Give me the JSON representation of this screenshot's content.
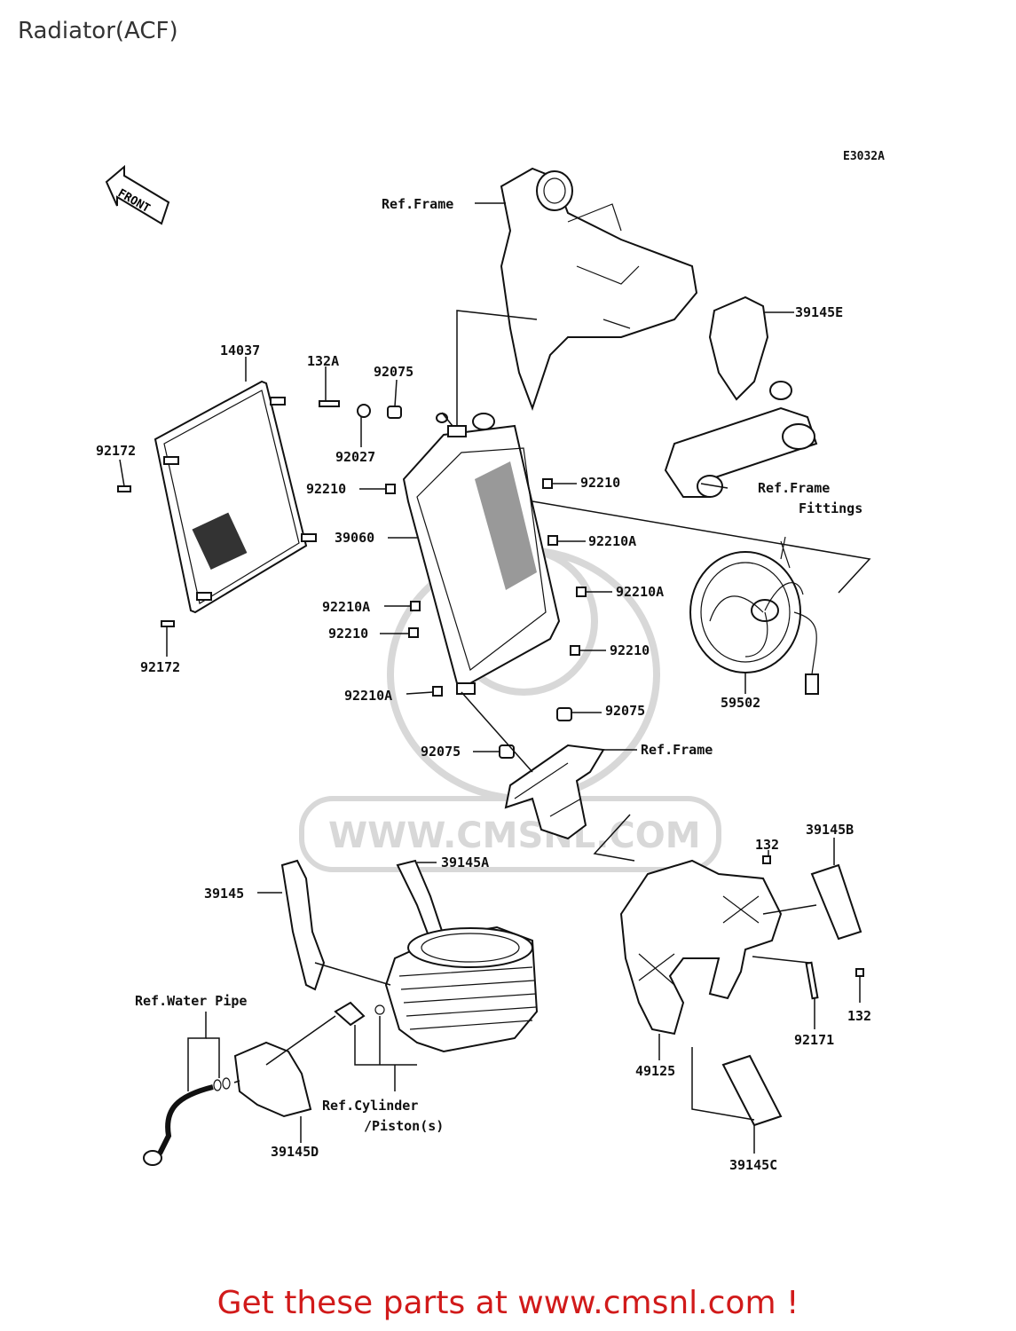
{
  "page_title": "Radiator(ACF)",
  "diagram_code": "E3032A",
  "front_marker": "FRONT",
  "watermark_text": "WWW.CMSNL.COM",
  "footer_text": "Get these parts at www.cmsnl.com !",
  "colors": {
    "footer": "#d11a1a",
    "ink": "#111111",
    "watermark": "#d8d8d8"
  },
  "labels": {
    "ref_frame_top": "Ref.Frame",
    "p39145E": "39145E",
    "p14037": "14037",
    "p132A": "132A",
    "p92075_top": "92075",
    "p92027": "92027",
    "p92172_top": "92172",
    "p92210_l1": "92210",
    "p92210_r1": "92210",
    "ref_frame_fittings_1": "Ref.Frame",
    "ref_frame_fittings_2": "Fittings",
    "p39060": "39060",
    "p92210A_r1": "92210A",
    "p92210A_r2": "92210A",
    "p92210A_l1": "92210A",
    "p92210_l2": "92210",
    "p92210_r2": "92210",
    "p92172_bot": "92172",
    "p59502": "59502",
    "p92210A_l2": "92210A",
    "p92075_r": "92075",
    "p92075_l": "92075",
    "ref_frame_mid": "Ref.Frame",
    "p39145B": "39145B",
    "p132_top": "132",
    "p39145": "39145",
    "p39145A": "39145A",
    "ref_water_pipe": "Ref.Water Pipe",
    "p132_bot": "132",
    "p92171": "92171",
    "p49125": "49125",
    "ref_cyl_1": "Ref.Cylinder",
    "ref_cyl_2": "/Piston(s)",
    "p39145D": "39145D",
    "p39145C": "39145C"
  }
}
